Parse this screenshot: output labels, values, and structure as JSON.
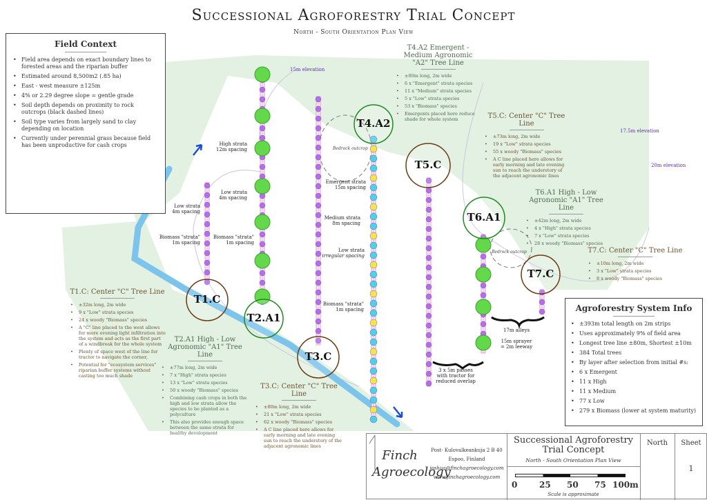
{
  "header": {
    "title": "Successional Agroforestry Trial Concept",
    "subtitle": "North - South Orientation Plan View"
  },
  "field_context": {
    "title": "Field Context",
    "items": [
      "Field area depends on exact boundary lines to forested areas and the riparian buffer",
      "Estimated around 8,500m2 (.85 ha)",
      "East - west measure ±125m",
      "4% or 2.29 degree slope = gentle grade",
      "Soil depth depends on proximity to rock outcrops (black dashed lines)",
      "Soil type varies from largely sand to clay depending on location",
      "Currently under perennial grass because field has been unproductive for cash crops"
    ]
  },
  "elevations": [
    "15m elevation",
    "17.5m elevation",
    "20m elevation"
  ],
  "outcrop_label": "Bedrock outcrop",
  "tree_lines": [
    {
      "id": "T1.C",
      "type": "C",
      "color": "#6b3a10"
    },
    {
      "id": "T2.A1",
      "type": "A1",
      "color": "#1e8a1e"
    },
    {
      "id": "T3.C",
      "type": "C",
      "color": "#6b3a10"
    },
    {
      "id": "T4.A2",
      "type": "A2",
      "color": "#1e8a1e"
    },
    {
      "id": "T5.C",
      "type": "C",
      "color": "#6b3a10"
    },
    {
      "id": "T6.A1",
      "type": "A1",
      "color": "#1e8a1e"
    },
    {
      "id": "T7.C",
      "type": "C",
      "color": "#6b3a10"
    }
  ],
  "spacing_labels": {
    "t1_low": [
      "Low strata",
      "4m spacing"
    ],
    "t1_bio": [
      "Biomass \"strata\"",
      "1m spacing"
    ],
    "t2_high": [
      "High strata",
      "12m spacing"
    ],
    "t2_low": [
      "Low strata",
      "4m spacing"
    ],
    "t2_bio": [
      "Biomass \"strata\"",
      "1m spacing"
    ],
    "t4_em": [
      "Emergent strata",
      "15m spacing"
    ],
    "t4_med": [
      "Medium strata",
      "8m spacing"
    ],
    "t4_low": [
      "Low strata",
      "irregular spacing"
    ],
    "t4_bio": [
      "Biomass \"strata\"",
      "1m spacing"
    ]
  },
  "alleys": {
    "passes": "3 x 5m passes with tractor for reduced overlap",
    "alleys": "17m alleys",
    "sprayer": "15m sprayer",
    "eq": "= 2m leeway"
  },
  "notes": {
    "t1": {
      "title": "T1.C: Center \"C\" Tree Line",
      "items": [
        "±32m long, 2m wide",
        "9 x \"Low\" strata species",
        "24 x woody \"Biomass\" species",
        "A \"C\" line placed to the west allows for more evening light infiltration into the system and acts as the first part of a windbreak for the whole system",
        "Plenty of space west of the line for tractor to navigate the corner,",
        "Potential for \"ecosystem services\" riparian buffer systems without casting too much shade"
      ]
    },
    "t2": {
      "title": "T2.A1 High - Low Agronomic \"A1\" Tree Line",
      "items": [
        "±77m long, 2m wide",
        "7 x \"High\" strata species",
        "13 x \"Low\" strata species",
        "50 x woody \"Biomass\" species",
        "Combining cash crops in both the high and low strata allow the species to be planted as a polyculture",
        "This also provides enough space between the same strata for healthy development"
      ]
    },
    "t3": {
      "title": "T3.C: Center \"C\" Tree Line",
      "items": [
        "±80m long, 2m wide",
        "21 x \"Low\" strata species",
        "62 x woody \"Biomass\" species",
        "A C line placed here allows for early morning and late evening sun to reach the understory of the adjacent agronomic lines"
      ]
    },
    "t4": {
      "title": "T4.A2 Emergent - Medium Agronomic \"A2\" Tree Line",
      "items": [
        "±80m long, 2m wide",
        "6 x \"Emergent\" strata species",
        "11 x \"Medium\" strata species",
        "5 x \"Low\" strata species",
        "53 x \"Biomass\" species",
        "Emergents placed here reduce shade for whole system"
      ]
    },
    "t5": {
      "title": "T5.C: Center \"C\" Tree Line",
      "items": [
        "±73m long, 2m wide",
        "19 x \"Low\" strata species",
        "55 x woody \"Biomass\" species",
        "A C line placed here allows for early morning and late evening sun to reach the understory of the adjacent agronomic lines"
      ]
    },
    "t6": {
      "title": "T6.A1 High - Low Agronomic \"A1\" Tree Line",
      "items": [
        "±42m long, 2m wide",
        "4 x \"High\" strata species",
        "7 x \"Low\" strata species",
        "28 x woody \"Biomass\" species"
      ]
    },
    "t7": {
      "title": "T7.C: Center \"C\" Tree Line",
      "items": [
        "±10m long, 2m wide",
        "3 x \"Low\" strata species",
        "8 x woody \"Biomass\" species"
      ]
    }
  },
  "system_info": {
    "title": "Agroforestry System Info",
    "items": [
      "±393m total length on 2m strips",
      "Uses approximately 9% of field area",
      "Longest tree line ±80m, Shortest ±10m",
      "384 Total trees",
      "By layer after selection from initial #s:",
      "6 x Emergent",
      "11 x High",
      "11 x Medium",
      "77 x Low",
      "279 x Biomass (lower at system maturity)"
    ]
  },
  "title_block": {
    "logo": "Finch Agroecology",
    "address": [
      "Post- Kulovalkeankuja 2 B 40",
      "Espoo, Finland",
      "joshua@finchagroecology.com",
      "www.finchagroecology.com"
    ],
    "title": "Successional Agroforestry Trial Concept",
    "subtitle": "North - South Orientation Plan View",
    "scale_ticks": [
      "0",
      "25",
      "50",
      "75",
      "100m"
    ],
    "scale_note": "Scale is approximate",
    "north_label": "North",
    "sheet_label": "Sheet",
    "sheet": "1"
  },
  "colors": {
    "forest": "#e3f1e2",
    "river": "#7cc4ec",
    "biomass": "#b36ee8",
    "canopy": "#62d84a",
    "emergent": "#f2e64a",
    "medium": "#4fd0e6"
  }
}
